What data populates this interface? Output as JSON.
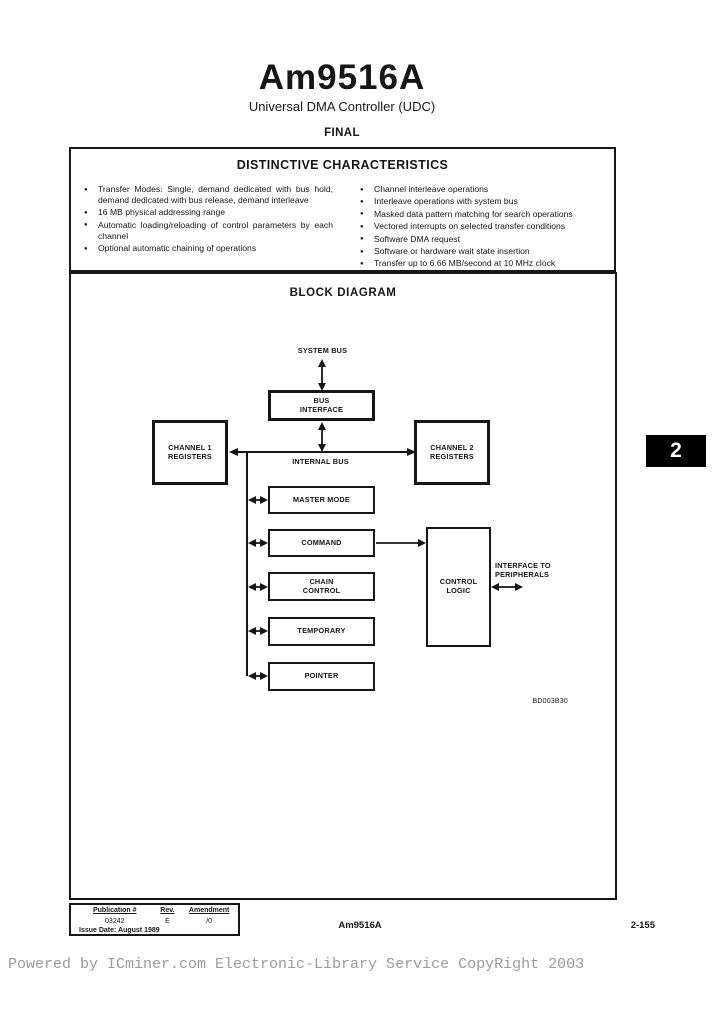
{
  "header": {
    "title": "Am9516A",
    "subtitle": "Universal DMA Controller (UDC)",
    "status": "FINAL"
  },
  "characteristics": {
    "heading": "DISTINCTIVE CHARACTERISTICS",
    "bullet_glyph": "●",
    "left_items": [
      "Transfer Modes: Single, demand dedicated with bus hold, demand dedicated with bus release, demand interleave",
      "16 MB physical addressing range",
      "Automatic loading/reloading of control parameters by each channel",
      "Optional automatic chaining of operations"
    ],
    "right_items": [
      "Channel interleave operations",
      "Interleave operations with system bus",
      "Masked data pattern matching for search operations",
      "Vectored interrupts on selected transfer conditions",
      "Software DMA request",
      "Software or hardware wait state insertion",
      "Transfer up to 6.66 MB/second at 10 MHz clock"
    ]
  },
  "diagram": {
    "heading": "BLOCK DIAGRAM",
    "system_bus_label": "SYSTEM BUS",
    "internal_bus_label": "INTERNAL BUS",
    "blocks": {
      "bus_interface": [
        "BUS",
        "INTERFACE"
      ],
      "channel1": [
        "CHANNEL 1",
        "REGISTERS"
      ],
      "channel2": [
        "CHANNEL 2",
        "REGISTERS"
      ],
      "master_mode": [
        "MASTER MODE"
      ],
      "command": [
        "COMMAND"
      ],
      "chain_control": [
        "CHAIN",
        "CONTROL"
      ],
      "temporary": [
        "TEMPORARY"
      ],
      "pointer": [
        "POINTER"
      ],
      "control_logic": [
        "CONTROL",
        "LOGIC"
      ]
    },
    "peripherals_label": [
      "INTERFACE TO",
      "PERIPHERALS"
    ],
    "figure_code": "BD003B30"
  },
  "section_tab": "2",
  "publication": {
    "col1_header": "Publication #",
    "col2_header": "Rev.",
    "col3_header": "Amendment",
    "col1_value": "03242",
    "col2_value": "E",
    "col3_value": "/0",
    "issue_date": "Issue Date: August 1989"
  },
  "footer": {
    "part_number": "Am9516A",
    "page_number": "2-155",
    "watermark": "Powered by ICminer.com Electronic-Library Service CopyRight 2003"
  }
}
